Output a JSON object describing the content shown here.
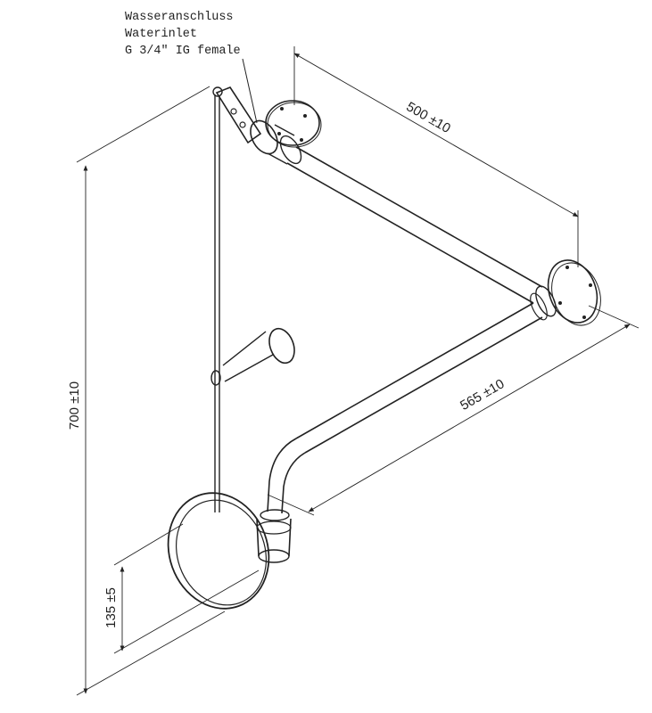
{
  "inlet_label": {
    "line1": "Wasseranschluss",
    "line2": "Waterinlet",
    "line3": "G 3/4\" IG female"
  },
  "dimensions": {
    "top_arm": "500 ±10",
    "lower_arm": "565 ±10",
    "height": "700 ±10",
    "head_height": "135 ±5"
  },
  "colors": {
    "line": "#222222",
    "background": "#ffffff"
  }
}
